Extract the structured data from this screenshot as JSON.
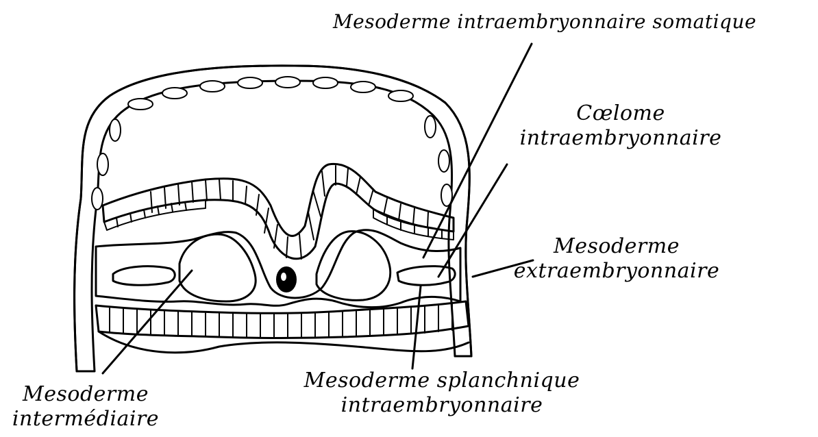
{
  "diagram": {
    "labels": {
      "somatic": "Mesoderme intraembryonnaire somatique",
      "coelome_line1": "Cœlome",
      "coelome_line2": "intraembryonnaire",
      "extra_line1": "Mesoderme",
      "extra_line2": "extraembryonnaire",
      "splanch_line1": "Mesoderme splanchnique",
      "splanch_line2": "intraembryonnaire",
      "inter_line1": "Mesoderme",
      "inter_line2": "intermédiaire"
    },
    "colors": {
      "ink": "#000000",
      "background": "#ffffff"
    }
  }
}
